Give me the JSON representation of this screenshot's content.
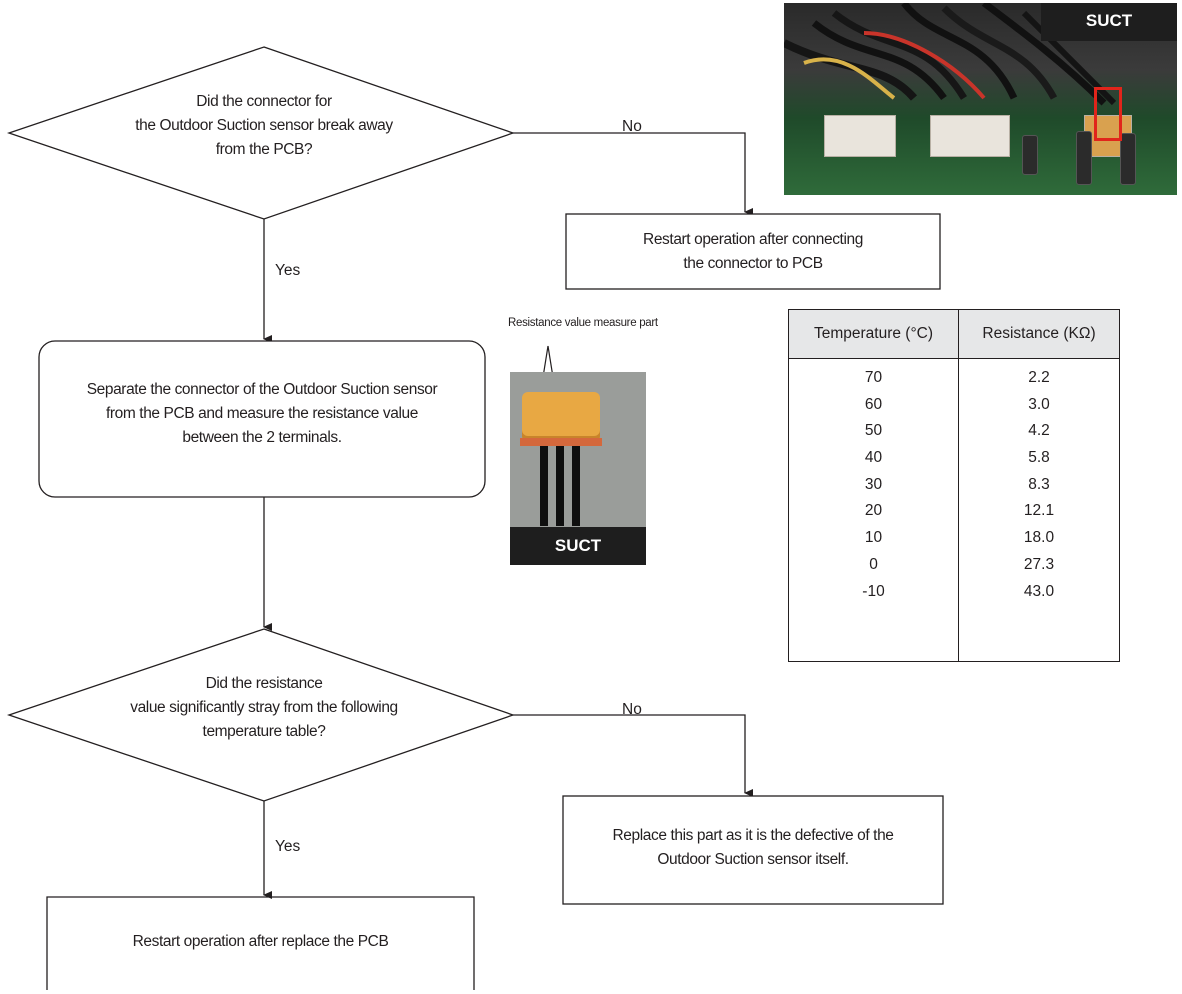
{
  "flowchart": {
    "decision1": {
      "line1": "Did the connector for",
      "line2": "the Outdoor Suction sensor break away",
      "line3": "from the PCB?"
    },
    "decision1_no_label": "No",
    "decision1_yes_label": "Yes",
    "action_connect": {
      "line1": "Restart operation after connecting",
      "line2": "the connector to PCB"
    },
    "action_measure": {
      "line1": "Separate the connector of the Outdoor Suction sensor",
      "line2": "from the PCB and measure the resistance value",
      "line3": "between the 2 terminals."
    },
    "decision2": {
      "line1": "Did the resistance",
      "line2": "value significantly stray from the following",
      "line3": "temperature table?"
    },
    "decision2_no_label": "No",
    "decision2_yes_label": "Yes",
    "action_replace_part": {
      "line1": "Replace this part as it is the defective of the",
      "line2": "Outdoor Suction sensor itself."
    },
    "action_replace_pcb": "Restart operation after replace the PCB"
  },
  "photos": {
    "pcb_tag": "SUCT",
    "plug_tag": "SUCT",
    "plug_caption": "Resistance value measure part"
  },
  "table": {
    "headers": [
      "Temperature (°C)",
      "Resistance (KΩ)"
    ],
    "rows": [
      [
        "70",
        "2.2"
      ],
      [
        "60",
        "3.0"
      ],
      [
        "50",
        "4.2"
      ],
      [
        "40",
        "5.8"
      ],
      [
        "30",
        "8.3"
      ],
      [
        "20",
        "12.1"
      ],
      [
        "10",
        "18.0"
      ],
      [
        "0",
        "27.3"
      ],
      [
        "-10",
        "43.0"
      ]
    ]
  },
  "colors": {
    "line": "#231f20",
    "table_header_bg": "#e6e7e8",
    "highlight_marker": "#e1251b",
    "connector": "#e8a843"
  }
}
